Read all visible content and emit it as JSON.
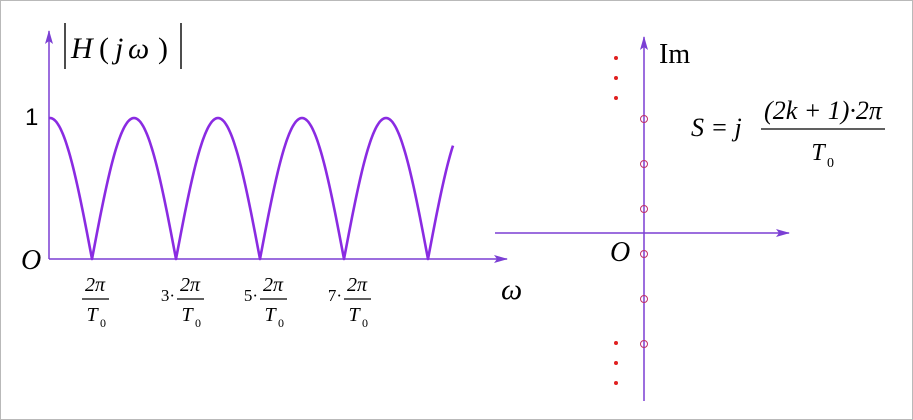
{
  "colors": {
    "axis": "#7b3fd4",
    "curve": "#8a2be2",
    "pole_dot": "#e02020",
    "zero_circle": "#c0306a",
    "text": "#000000"
  },
  "left_plot": {
    "y_label_H": "H",
    "y_label_paren_open": "(",
    "y_label_j": "j",
    "y_label_omega": "ω",
    "y_label_paren_close": ")",
    "tick_one": "1",
    "origin": "O",
    "x_axis_label": "ω",
    "tick_labels": [
      {
        "coef": "",
        "num": "2π",
        "den_T": "T",
        "den_sub": "0"
      },
      {
        "coef": "3·",
        "num": "2π",
        "den_T": "T",
        "den_sub": "0"
      },
      {
        "coef": "5·",
        "num": "2π",
        "den_T": "T",
        "den_sub": "0"
      },
      {
        "coef": "7·",
        "num": "2π",
        "den_T": "T",
        "den_sub": "0"
      }
    ]
  },
  "right_plot": {
    "im_label": "Im",
    "origin": "O",
    "formula": {
      "lhs": "S = j",
      "numerator": "(2k + 1)·2π",
      "den_T": "T",
      "den_sub": "0"
    }
  }
}
